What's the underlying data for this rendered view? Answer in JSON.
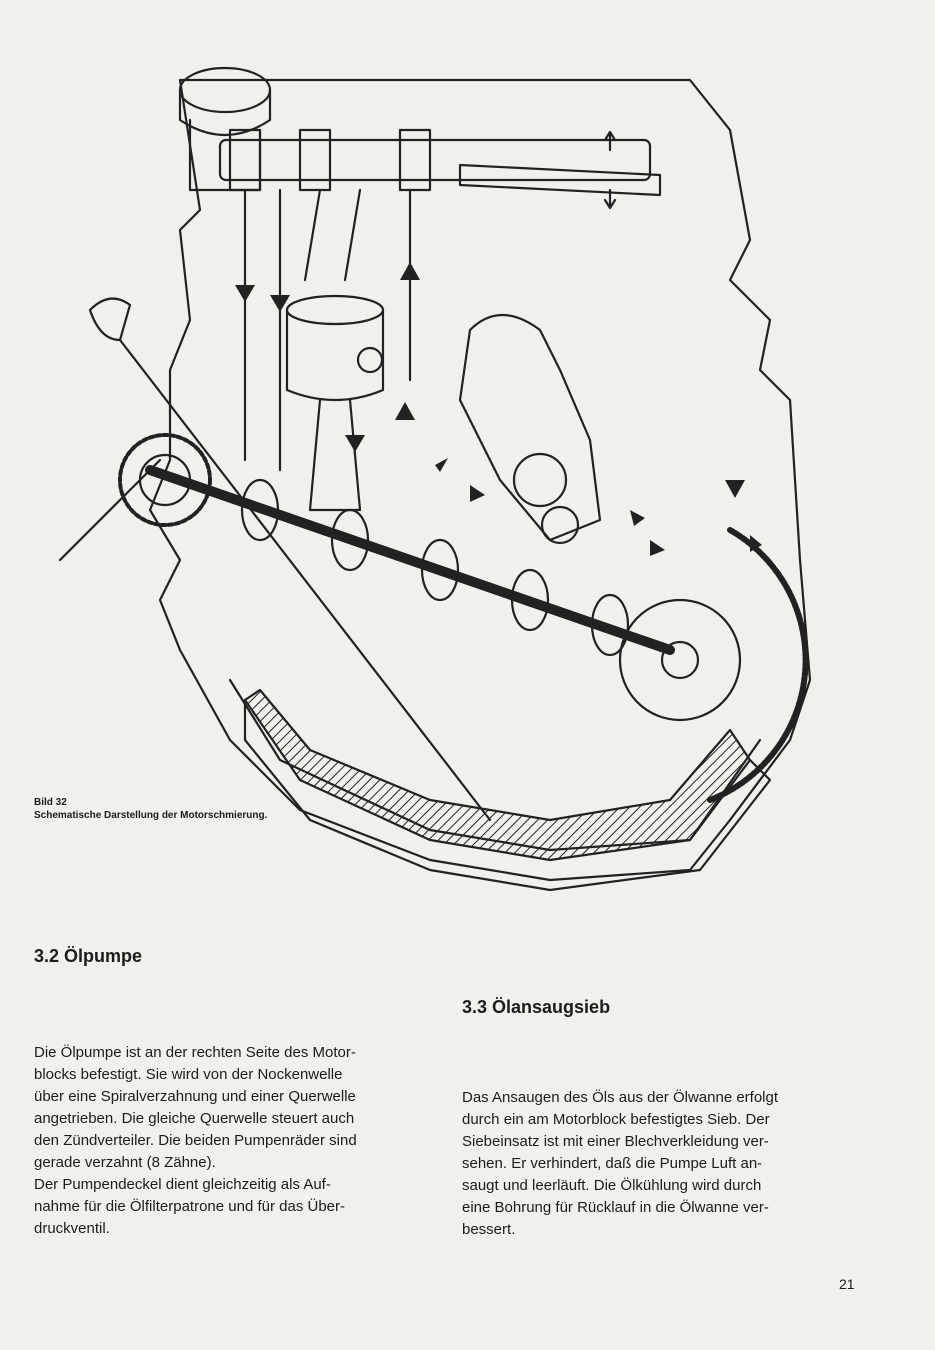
{
  "figure": {
    "label": "Bild 32",
    "title": "Schematische Darstellung der Motorschmierung."
  },
  "section_left": {
    "heading": "3.2 Ölpumpe",
    "lines": [
      "Die Ölpumpe ist an der rechten Seite des Motor-",
      "blocks befestigt. Sie wird von der Nockenwelle",
      "über eine Spiralverzahnung und einer Querwelle",
      "angetrieben. Die gleiche Querwelle steuert auch",
      "den Zündverteiler. Die beiden Pumpenräder sind",
      "gerade verzahnt (8 Zähne).",
      "Der Pumpendeckel dient gleichzeitig als Auf-",
      "nahme für die Ölfilterpatrone und für das Über-",
      "druckventil."
    ]
  },
  "section_right": {
    "heading": "3.3 Ölansaugsieb",
    "lines": [
      "Das Ansaugen des Öls aus der Ölwanne erfolgt",
      "durch ein am Motorblock befestigtes Sieb. Der",
      "Siebeinsatz ist mit einer Blechverkleidung ver-",
      "sehen. Er verhindert, daß die Pumpe Luft an-",
      "saugt und leerläuft. Die Ölkühlung wird durch",
      "eine Bohrung für Rücklauf in die Ölwanne ver-",
      "bessert."
    ]
  },
  "page_number": "21"
}
